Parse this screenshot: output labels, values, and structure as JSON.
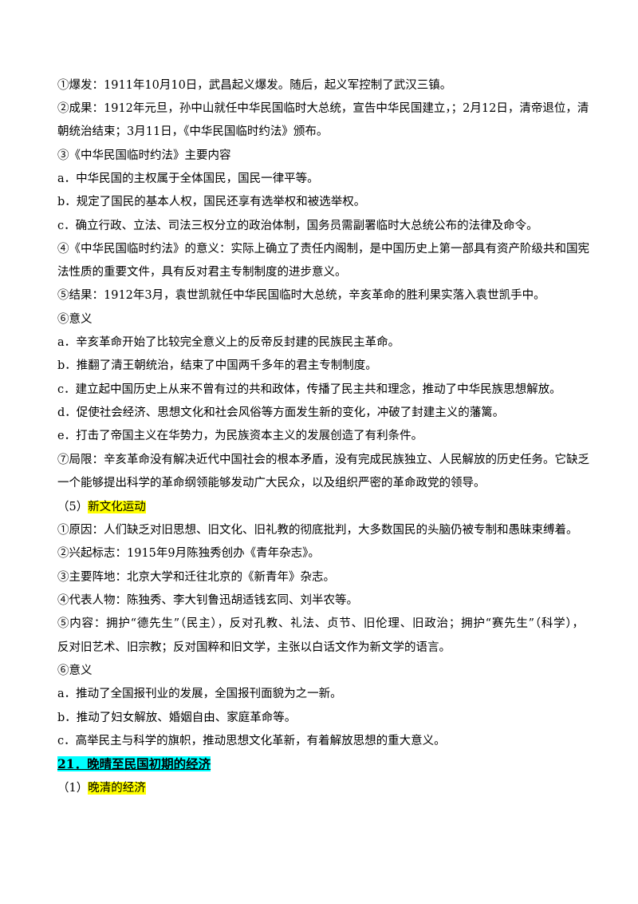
{
  "lines": [
    "①爆发：1911年10月10日，武昌起义爆发。随后，起义军控制了武汉三镇。",
    "②成果：1912年元旦，孙中山就任中华民国临时大总统，宣告中华民国建立，；2月12日，清帝退位，清",
    "朝统治结束；3月11日，《中华民国临时约法》颁布。",
    "③《中华民国临时约法》主要内容",
    "a．中华民国的主权属于全体国民，国民一律平等。",
    "b．规定了国民的基本人权，国民还享有选举权和被选举权。",
    "c．确立行政、立法、司法三权分立的政治体制，国务员需副署临时大总统公布的法律及命令。",
    "④《中华民国临时约法》的意义：实际上确立了责任内阁制，是中国历史上第一部具有资产阶级共和国宪",
    "法性质的重要文件，具有反对君主专制制度的进步意义。",
    "⑤结果：1912年3月，袁世凯就任中华民国临时大总统，辛亥革命的胜利果实落入袁世凯手中。",
    "⑥意义",
    "a．辛亥革命开始了比较完全意义上的反帝反封建的民族民主革命。",
    "b．推翻了清王朝统治，结束了中国两千多年的君主专制制度。",
    "c．建立起中国历史上从来不曾有过的共和政体，传播了民主共和理念，推动了中华民族思想解放。",
    "d．促使社会经济、思想文化和社会风俗等方面发生新的变化，冲破了封建主义的藩篱。",
    "e．打击了帝国主义在华势力，为民族资本主义的发展创造了有利条件。",
    "⑦局限：辛亥革命没有解决近代中国社会的根本矛盾，没有完成民族独立、人民解放的历史任务。它缺乏",
    "一个能够提出科学的革命纲领能够发动广大民众，以及组织严密的革命政党的领导。",
    "①原因：人们缺乏对旧思想、旧文化、旧礼教的彻底批判，大多数国民的头脑仍被专制和愚昧束缚着。",
    "②兴起标志：1915年9月陈独秀创办《青年杂志》。",
    "③主要阵地：北京大学和迁往北京的《新青年》杂志。",
    "④代表人物：陈独秀、李大钊鲁迅胡适钱玄同、刘半农等。",
    "⑤内容：拥护“德先生”（民主），反对孔教、礼法、贞节、旧伦理、旧政治；拥护“赛先生”（科学），",
    "反对旧艺术、旧宗教；反对国粹和旧文学，主张以白话文作为新文学的语言。",
    "⑥意义",
    "a．推动了全国报刊业的发展，全国报刊面貌为之一新。",
    "b．推动了妇女解放、婚姻自由、家庭革命等。",
    "c．高举民主与科学的旗帜，推动思想文化革新，有着解放思想的重大意义。"
  ],
  "sub5": {
    "num": "（5）",
    "title": "新文化运动"
  },
  "section21": "21．晚晴至民国初期的经济",
  "sub1": {
    "num": "（1）",
    "title": "晚清的经济"
  },
  "highlight_color": "#ffff00",
  "heading_color": "#00ffff"
}
